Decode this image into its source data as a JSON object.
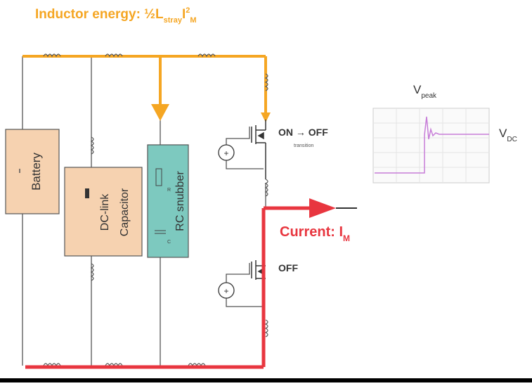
{
  "title": {
    "prefix": "Inductor energy: ½L",
    "sub": "stray",
    "mid": "I",
    "sup": "2",
    "sub2": "M"
  },
  "components": {
    "battery": "Battery",
    "dclink_line1": "DC-link",
    "dclink_line2": "Capacitor",
    "snubber": "RC snubber",
    "snubber_r": "R",
    "snubber_c": "C"
  },
  "switches": {
    "top_state": "ON → OFF",
    "top_sub": "transition",
    "bottom_state": "OFF"
  },
  "current": {
    "label": "Current: I",
    "sub": "M"
  },
  "waveform": {
    "vpeak_main": "V",
    "vpeak_sub": "peak",
    "vdc_main": "V",
    "vdc_sub": "DC"
  },
  "colors": {
    "energy_orange": "#F5A623",
    "current_red": "#E8363F",
    "battery_fill": "#F6D2B0",
    "snubber_fill": "#7DC9BF",
    "waveform": "#C77DD8"
  }
}
